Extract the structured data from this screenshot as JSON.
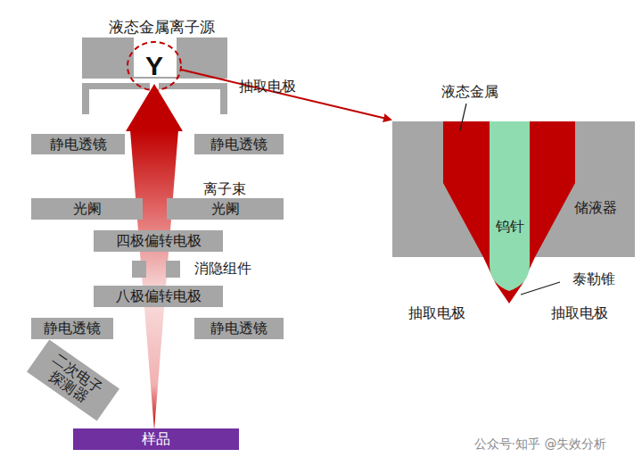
{
  "diagram": {
    "nodes": [
      {
        "text": [
          "静电透镜"
        ]
      },
      {
        "text": [
          "静电透镜"
        ]
      },
      {
        "text": [
          "光阑"
        ]
      },
      {
        "text": [
          "光阑"
        ]
      },
      {
        "text": [
          "四极偏转电极"
        ]
      },
      {
        "text": [
          "八极偏转电极"
        ]
      },
      {
        "text": [
          "静电透镜"
        ]
      },
      {
        "text": [
          "静电透镜"
        ]
      },
      {
        "text": [
          "二次电子探测器"
        ]
      },
      {
        "text": [
          "样品"
        ]
      }
    ],
    "edges": [],
    "labels": [
      "液态金属离子源",
      "Y",
      "抽取电极",
      "离子束",
      "消隐组件",
      "液态金属",
      "储液器",
      "钨针",
      "泰勒锥",
      "抽取电极",
      "抽取电极",
      "公众号·知乎 @失效分析"
    ]
  }
}
